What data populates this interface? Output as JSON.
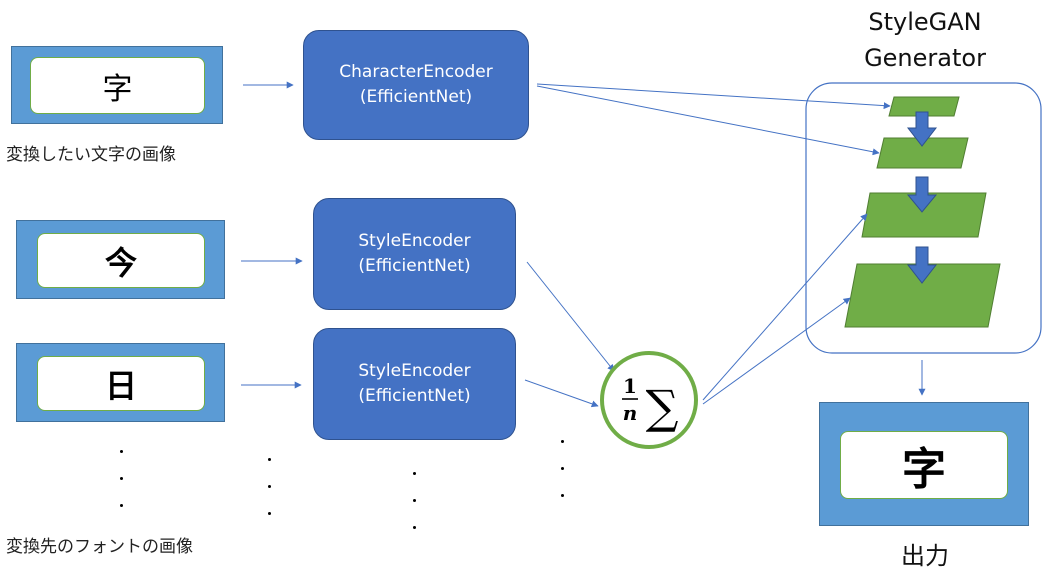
{
  "input_image": {
    "glyph": "字",
    "caption": "変換したい文字の画像"
  },
  "style_images": [
    {
      "glyph": "今"
    },
    {
      "glyph": "日"
    }
  ],
  "style_caption": "変換先のフォントの画像",
  "character_encoder": {
    "line1": "CharacterEncoder",
    "line2": "(EfficientNet)"
  },
  "style_encoders": [
    {
      "line1": "StyleEncoder",
      "line2": "(EfficientNet)"
    },
    {
      "line1": "StyleEncoder",
      "line2": "(EfficientNet)"
    }
  ],
  "generator": {
    "line1": "StyleGAN",
    "line2": "Generator"
  },
  "output": {
    "glyph": "字",
    "label": "出力"
  },
  "colors": {
    "frame": "#5b9bd5",
    "encoder": "#4472c4",
    "layer": "#70ad47",
    "arrow": "#4472c4",
    "average": "#70ad47"
  },
  "icons": {
    "average": "one-over-n-sum",
    "block_arrow": "down-arrow-icon"
  }
}
